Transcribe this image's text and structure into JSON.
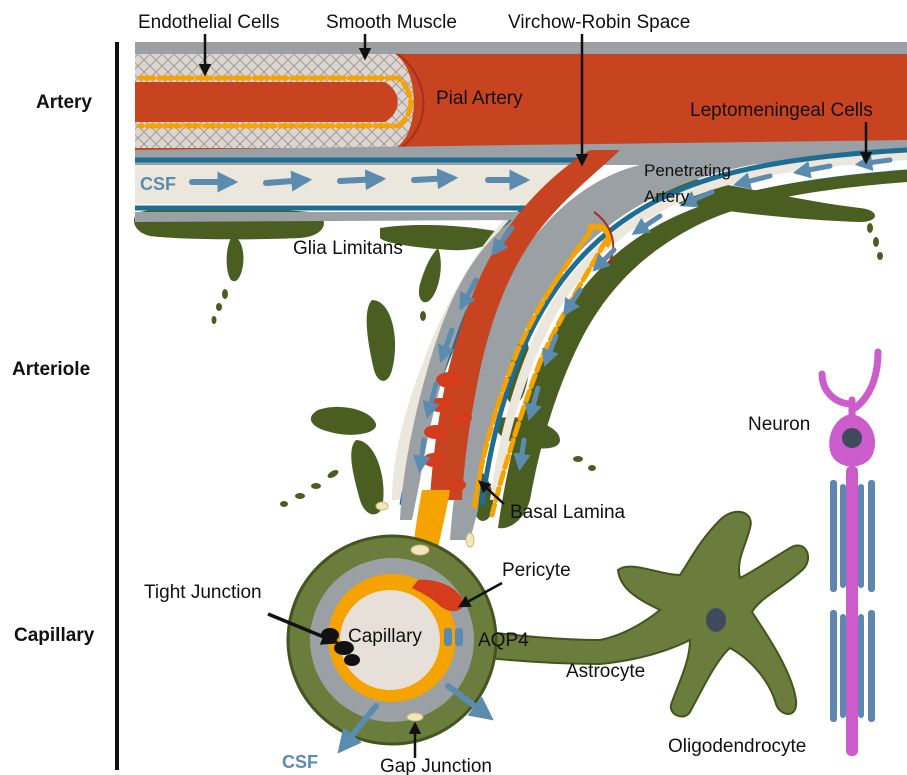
{
  "colors": {
    "artery_red": "#c8431f",
    "endothelium_orange": "#f5a300",
    "pericyte_red": "#d43c1c",
    "csf_space": "#ece7dd",
    "csf_blue": "#5b8cb0",
    "lamina_gray": "#9aa0a3",
    "leptomeningeal_blue": "#1d6d95",
    "glia_green": "#556b2c",
    "glia_dark": "#43541f",
    "capillary_lumen": "#e6e0d8",
    "neuron_magenta": "#cc5ccc",
    "myelin_blue": "#5e86b0",
    "junction_cream": "#f3e6b8",
    "tight_junction_black": "#111111"
  },
  "levels": {
    "artery": "Artery",
    "arteriole": "Arteriole",
    "capillary": "Capillary"
  },
  "labels": {
    "endothelial_cells": "Endothelial Cells",
    "smooth_muscle": "Smooth Muscle",
    "virchow_robin": "Virchow-Robin Space",
    "pial_artery": "Pial Artery",
    "leptomeningeal_cells": "Leptomeningeal Cells",
    "csf_top": "CSF",
    "penetrating_line1": "Penetrating",
    "penetrating_line2": "Artery",
    "glia_limitans": "Glia Limitans",
    "neuron": "Neuron",
    "basal_lamina": "Basal Lamina",
    "pericyte": "Pericyte",
    "tight_junction": "Tight Junction",
    "capillary": "Capillary",
    "aqp4": "AQP4",
    "astrocyte": "Astrocyte",
    "oligodendrocyte": "Oligodendrocyte",
    "csf_bottom": "CSF",
    "gap_junction": "Gap Junction"
  }
}
